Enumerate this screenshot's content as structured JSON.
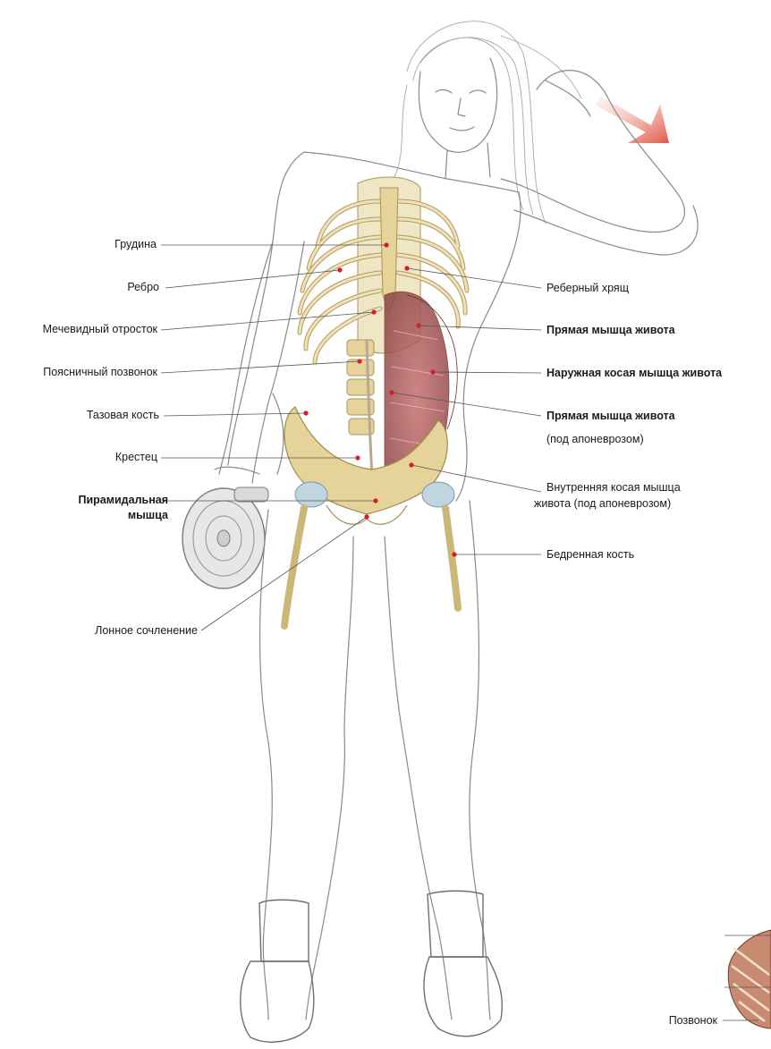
{
  "labels_left": {
    "grudina": "Грудина",
    "rebro": "Ребро",
    "mechevidny": "Мечевидный отросток",
    "poyasnichny": "Поясничный позвонок",
    "tazovaya": "Тазовая кость",
    "krestets": "Крестец",
    "piramidalnaya_1": "Пирамидальная",
    "piramidalnaya_2": "мышца",
    "lonnoe": "Лонное сочленение"
  },
  "labels_right": {
    "reberny": "Реберный хрящ",
    "pryamaya_1": "Прямая мышца живота",
    "naruzhnaya": "Наружная косая мышца живота",
    "pryamaya_2": "Прямая мышца живота",
    "pryamaya_2_sub": "(под апоневрозом)",
    "vnutrennyaya_1": "Внутренняя косая мышца",
    "vnutrennyaya_2": "живота (под апоневрозом)",
    "bedrennaya": "Бедренная кость"
  },
  "labels_inset": {
    "pozvonok": "Позвонок"
  },
  "colors": {
    "bone": "#e9dcb0",
    "bone_shade": "#c9b57c",
    "muscle": "#b05a5a",
    "muscle_dark": "#7d3434",
    "arrow": "#e0574a",
    "marker": "#d41c2a"
  },
  "icons": {
    "direction_arrow": "arrow-down-right-icon"
  }
}
